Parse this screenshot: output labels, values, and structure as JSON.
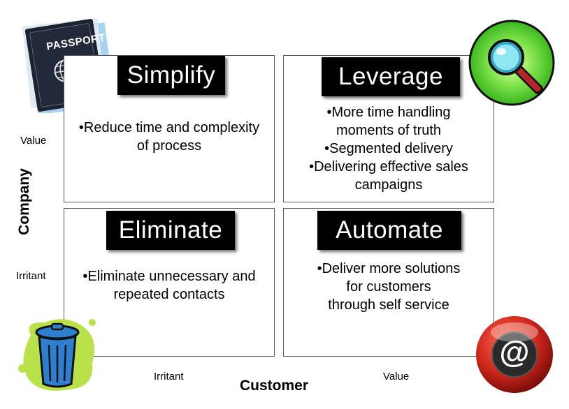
{
  "quadrants": {
    "simplify": {
      "title": "Simplify",
      "lines": [
        "•Reduce time and complexity",
        "of process"
      ]
    },
    "leverage": {
      "title": "Leverage",
      "lines": [
        "•More time handling",
        "moments of truth",
        "•Segmented delivery",
        "•Delivering effective sales",
        "campaigns"
      ]
    },
    "eliminate": {
      "title": "Eliminate",
      "lines": [
        "•Eliminate unnecessary and",
        "repeated contacts"
      ]
    },
    "automate": {
      "title": "Automate",
      "lines": [
        "•Deliver more solutions",
        "for customers",
        "through self service"
      ]
    }
  },
  "axes": {
    "y_title": "Company",
    "y_value": "Value",
    "y_irritant": "Irritant",
    "x_title": "Customer",
    "x_irritant": "Irritant",
    "x_value": "Value"
  },
  "icons": {
    "passport": {
      "name": "passport-icon",
      "text": "PASSPORT"
    },
    "magnifier": {
      "name": "magnifying-glass-icon"
    },
    "trash": {
      "name": "trash-can-icon"
    },
    "email": {
      "name": "at-sign-icon",
      "text": "@"
    }
  },
  "colors": {
    "title_bg": "#000000",
    "magnifier_bg": "#5fd93a",
    "trash_bg": "#b8e14a",
    "trash_can": "#2f7fd0",
    "email_ball": "#d0281c"
  }
}
